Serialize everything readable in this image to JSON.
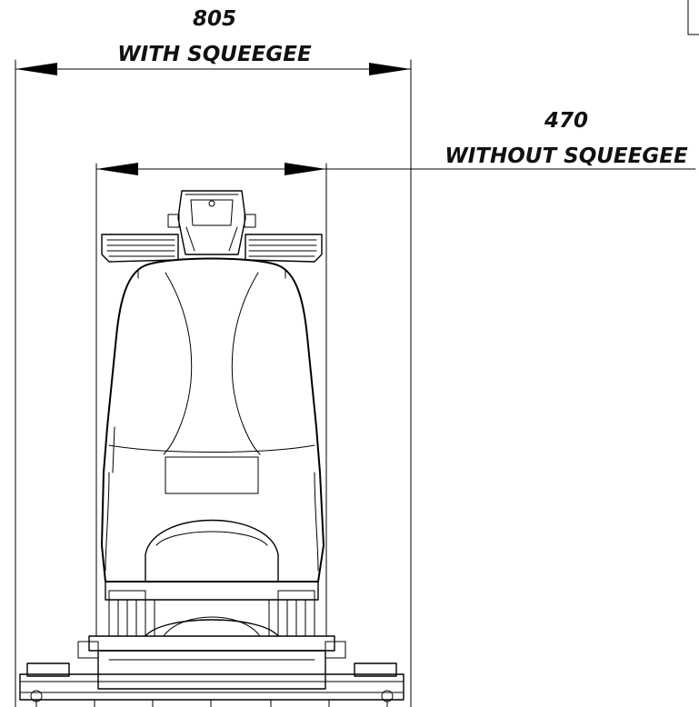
{
  "dimensions": {
    "with_squeegee": {
      "value": "805",
      "label": "WITH SQUEEGEE"
    },
    "without_squeegee": {
      "value": "470",
      "label": "WITHOUT SQUEEGEE"
    }
  },
  "colors": {
    "line": "#000000",
    "background": "#ffffff"
  }
}
